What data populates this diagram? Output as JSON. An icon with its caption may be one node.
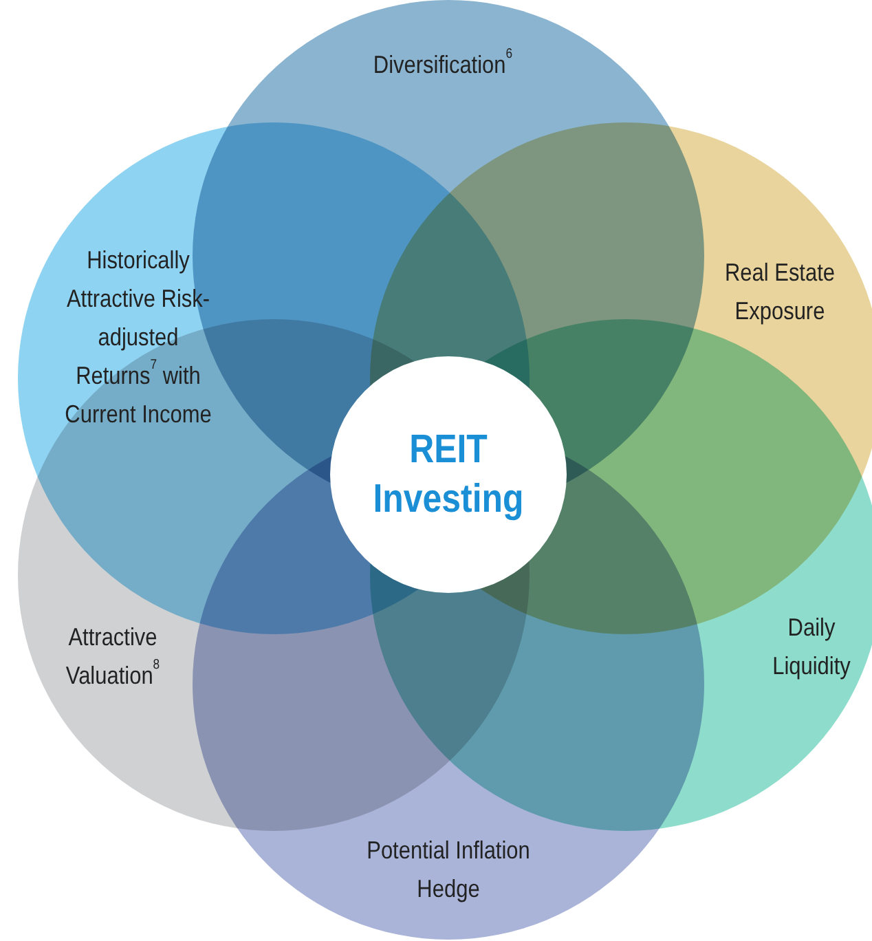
{
  "diagram": {
    "nodes": [
      {
        "text": [
          "Diversification$^{6}$"
        ]
      },
      {
        "text": [
          "Historically Attractive Risk-adjusted Returns$^{7}$ with Current Income"
        ]
      },
      {
        "text": [
          "Real Estate Exposure"
        ]
      },
      {
        "text": [
          "REIT Investing"
        ]
      },
      {
        "text": [
          "Attractive Valuation$^{8}$"
        ]
      },
      {
        "text": [
          "Daily Liquidity"
        ]
      },
      {
        "text": [
          "Potential Inflation Hedge"
        ]
      }
    ]
  }
}
